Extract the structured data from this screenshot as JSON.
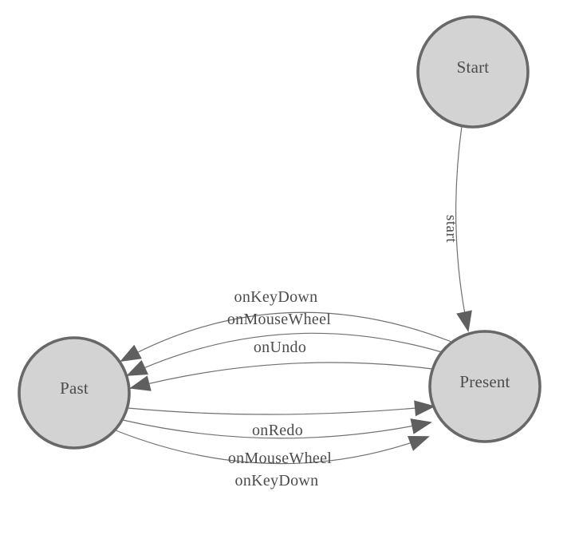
{
  "diagram": {
    "type": "state-machine",
    "nodes": [
      {
        "id": "start",
        "label": "Start"
      },
      {
        "id": "present",
        "label": "Present"
      },
      {
        "id": "past",
        "label": "Past"
      }
    ],
    "edges": [
      {
        "from": "Start",
        "to": "Present",
        "label": "start"
      },
      {
        "from": "Present",
        "to": "Past",
        "label": "onKeyDown"
      },
      {
        "from": "Present",
        "to": "Past",
        "label": "onMouseWheel"
      },
      {
        "from": "Present",
        "to": "Past",
        "label": "onUndo"
      },
      {
        "from": "Past",
        "to": "Present",
        "label": "onRedo"
      },
      {
        "from": "Past",
        "to": "Present",
        "label": "onMouseWheel"
      },
      {
        "from": "Past",
        "to": "Present",
        "label": "onKeyDown"
      }
    ]
  },
  "colors": {
    "background": "#ffffff",
    "node_fill": "#d3d3d3",
    "node_stroke": "#686868",
    "edge_stroke": "#707070",
    "arrow_fill": "#5f5f5f",
    "text": "#4c4c4c"
  }
}
